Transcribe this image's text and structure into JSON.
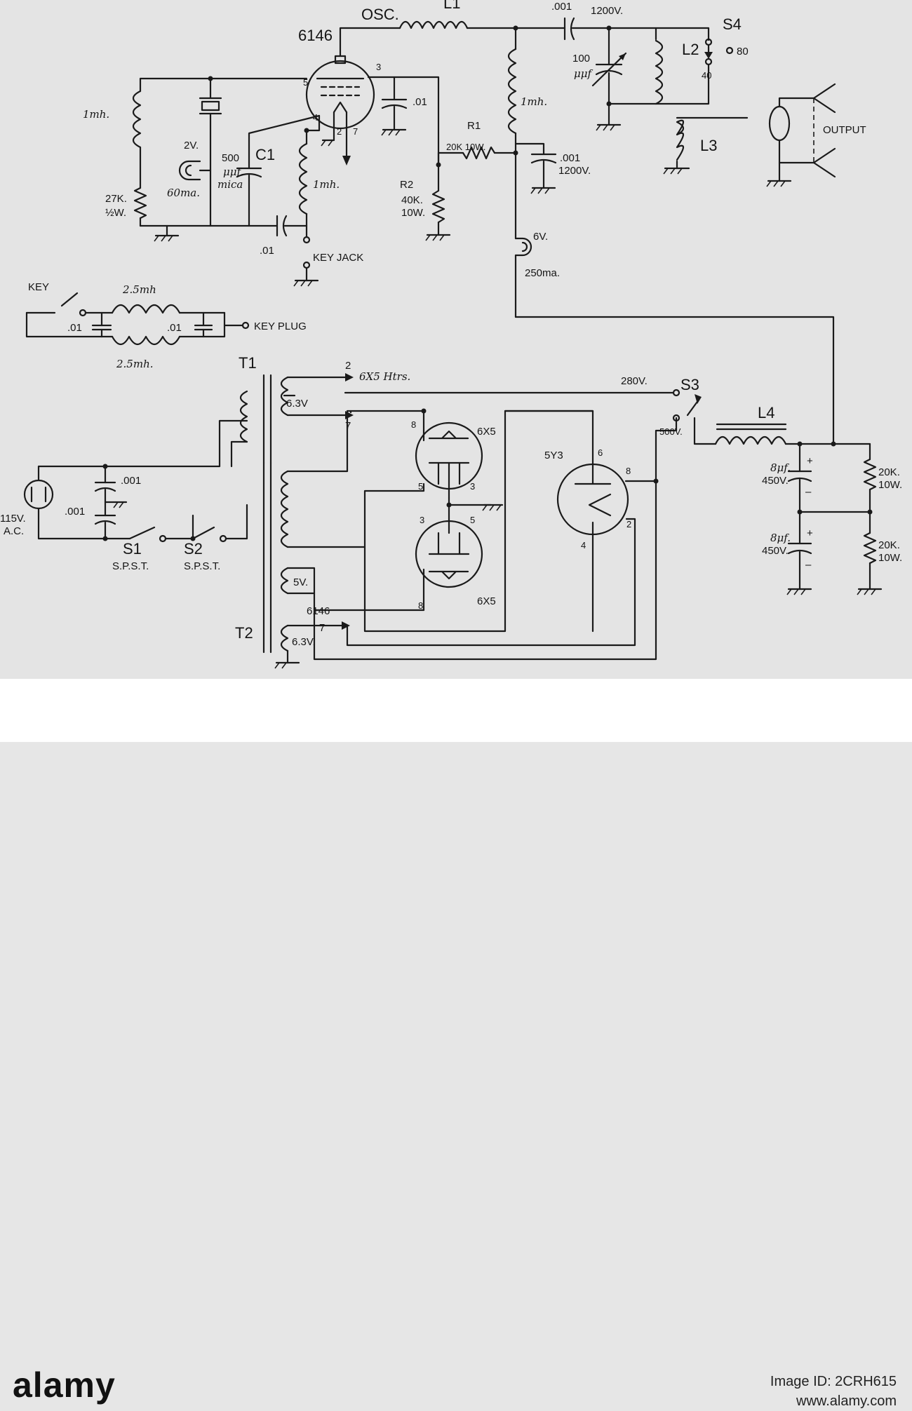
{
  "tubes": {
    "osc_top": "OSC.",
    "osc_type": "6146",
    "rect_a": "6X5",
    "rect_b": "6X5",
    "rect_main": "5Y3",
    "pins": {
      "p5": "5",
      "p3": "3",
      "p4": "4",
      "p2": "2",
      "p7": "7",
      "r8a": "8",
      "r5a": "5",
      "r3a": "3",
      "r3b": "3",
      "r5b": "5",
      "r8b": "8",
      "y6": "6",
      "y8": "8",
      "y2": "2",
      "y4": "4"
    }
  },
  "inductors": {
    "l1": "L1",
    "l2": "L2",
    "l3": "L3",
    "l4": "L4",
    "rfc_grid": "1mh.",
    "rfc_plate": "1mh.",
    "rfc_cathode": "1mh.",
    "key_top": "2.5mh",
    "key_bottom": "2.5mh."
  },
  "capacitors": {
    "c_out_value": ".001",
    "c_out_volt": "1200V.",
    "c_tank_a": "100",
    "c_tank_b": "μμf",
    "c_screen": ".01",
    "c_b_value": ".001",
    "c_b_volt": "1200V.",
    "c1_label": "C1",
    "c1_a": "500",
    "c1_b": "μμf.",
    "c1_c": "mica",
    "c_key": ".01",
    "c_keyfilt_1": ".01",
    "c_keyfilt_2": ".01",
    "c_line_1": ".001",
    "c_line_2": ".001",
    "c_filt_1_a": "8μf.",
    "c_filt_1_b": "450V.",
    "c_filt_2_a": "8μf.",
    "c_filt_2_b": "450V."
  },
  "resistors": {
    "r_grid_a": "27K.",
    "r_grid_b": "½W.",
    "r1_label": "R1",
    "r1_value": "20K 10W.",
    "r2_label": "R2",
    "r2_a": "40K.",
    "r2_b": "10W.",
    "r_bleed_1_a": "20K.",
    "r_bleed_1_b": "10W.",
    "r_bleed_2_a": "20K.",
    "r_bleed_2_b": "10W."
  },
  "lamps": {
    "grid_a": "2V.",
    "grid_b": "60ma.",
    "plate_a": "6V.",
    "plate_b": "250ma."
  },
  "switches": {
    "s4": "S4",
    "s4_80": "80",
    "s4_40": "40",
    "s3": "S3",
    "s3_280": "280V.",
    "s3_500": "500V.",
    "s1": "S1",
    "s1_type": "S.P.S.T.",
    "s2": "S2",
    "s2_type": "S.P.S.T."
  },
  "connectors": {
    "output": "OUTPUT",
    "key_jack": "KEY JACK",
    "key": "KEY",
    "key_plug": "KEY PLUG",
    "mains_a": "115V.",
    "mains_b": "A.C."
  },
  "transformers": {
    "t1": "T1",
    "t2": "T2",
    "htr_2": "2",
    "htr_label": "6X5 Htrs.",
    "htr_volt": "6.3V",
    "htr_7": "7",
    "fil_5v": "5V.",
    "fil_6146": "6146",
    "fil_7": "7",
    "fil_volt": "6.3V."
  },
  "watermark": {
    "logo": "alamy",
    "id_line1": "Image ID: 2CRH615",
    "id_line2": "www.alamy.com"
  }
}
